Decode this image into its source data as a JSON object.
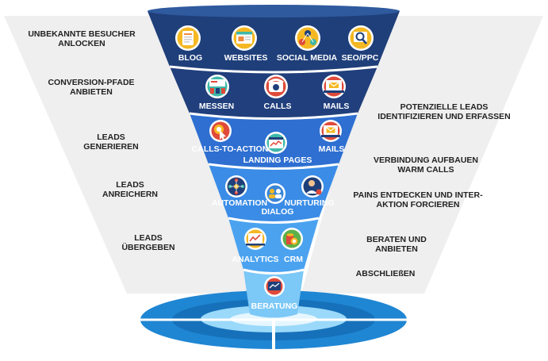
{
  "colors": {
    "panel": "#efefef",
    "layer_dark": "#1f3f7a",
    "layer_mid": "#2e6fd1",
    "layer_light": "#4ba3f0",
    "layer_pale": "#7cc8f7",
    "base_outer": "#1f86d3",
    "base_inner": "#9ad9fa",
    "text_dark": "#222222",
    "text_light": "#ffffff"
  },
  "left_labels": [
    [
      "UNBEKANNTE BESUCHER",
      "ANLOCKEN"
    ],
    [
      "CONVERSION-PFADE",
      "ANBIETEN"
    ],
    [
      "LEADS",
      "GENERIEREN"
    ],
    [
      "LEADS",
      "ANREICHERN"
    ],
    [
      "LEADS",
      "ÜBERGEBEN"
    ]
  ],
  "right_labels": [
    [
      "POTENZIELLE LEADS",
      "IDENTIFIZIEREN UND ERFASSEN"
    ],
    [
      "VERBINDUNG AUFBAUEN",
      "WARM CALLS"
    ],
    [
      "PAINS ENTDECKEN UND INTER-",
      "AKTION FORCIEREN"
    ],
    [
      "BERATEN UND",
      "ANBIETEN"
    ],
    [
      "ABSCHLIEßEN"
    ]
  ],
  "funnel_layers": [
    {
      "items": [
        {
          "label": "BLOG",
          "icon": "blog-document-icon",
          "color": "#f08a3c"
        },
        {
          "label": "WEBSITES",
          "icon": "website-browser-icon",
          "color": "#f5b822"
        },
        {
          "label": "SOCIAL MEDIA",
          "icon": "social-network-icon",
          "color": "#f5b822"
        },
        {
          "label": "SEO/PPC",
          "icon": "seo-magnifier-icon",
          "color": "#f5b822"
        }
      ]
    },
    {
      "items": [
        {
          "label": "MESSEN",
          "icon": "trade-fair-icon",
          "color": "#3fb8a8"
        },
        {
          "label": "CALLS",
          "icon": "phone-icon",
          "color": "#e04a3a"
        },
        {
          "label": "MAILS",
          "icon": "mail-laptop-icon",
          "color": "#e04a3a"
        }
      ]
    },
    {
      "items": [
        {
          "label": "CALLS-TO-ACTION",
          "icon": "click-cursor-icon",
          "color": "#e04a3a"
        },
        {
          "label": "LANDING PAGES",
          "icon": "landing-page-icon",
          "color": "#3fb8a8"
        },
        {
          "label": "MAILS",
          "icon": "mail-laptop-icon",
          "color": "#e04a3a"
        }
      ]
    },
    {
      "items": [
        {
          "label": "AUTOMATION",
          "icon": "automation-network-icon",
          "color": "#1f3f7a"
        },
        {
          "label": "DIALOG",
          "icon": "dialog-people-icon",
          "color": "#3a86d8"
        },
        {
          "label": "NURTURING",
          "icon": "nurturing-person-icon",
          "color": "#1f3f7a"
        }
      ]
    },
    {
      "items": [
        {
          "label": "ANALYTICS",
          "icon": "analytics-chart-icon",
          "color": "#f5b822"
        },
        {
          "label": "CRM",
          "icon": "crm-coins-icon",
          "color": "#5bb04a"
        }
      ]
    },
    {
      "items": [
        {
          "label": "BERATUNG",
          "icon": "consulting-chart-icon",
          "color": "#e04a3a"
        }
      ]
    }
  ]
}
